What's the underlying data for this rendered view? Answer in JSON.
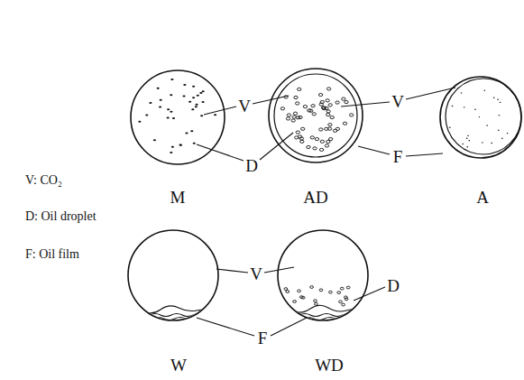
{
  "diagram": {
    "labels": [
      "V: CO₂",
      "D: Oil droplet",
      "F: Oil film",
      "V",
      "D",
      "V",
      "F",
      "M",
      "AD",
      "A",
      "V",
      "D",
      "F",
      "W",
      "WD"
    ]
  }
}
